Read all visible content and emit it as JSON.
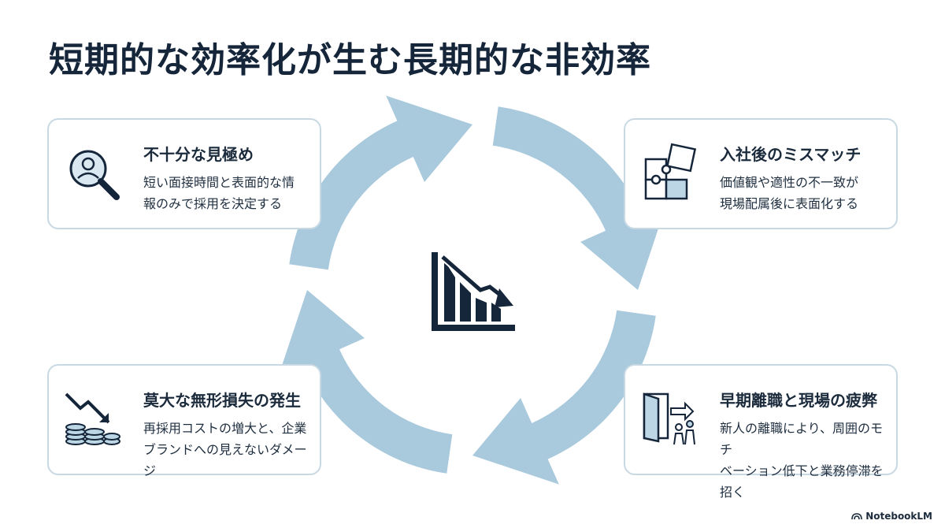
{
  "title": "短期的な効率化が生む長期的な非効率",
  "center_icon": "declining-bar-chart-icon",
  "cards": [
    {
      "title": "不十分な見極め",
      "desc_lines": [
        "短い面接時間と表面的な情",
        "報のみで採用を決定する"
      ],
      "icon": "magnifier-person-icon"
    },
    {
      "title": "入社後のミスマッチ",
      "desc_lines": [
        "価値観や適性の不一致が",
        "現場配属後に表面化する"
      ],
      "icon": "puzzle-icon"
    },
    {
      "title": "早期離職と現場の疲弊",
      "desc_lines": [
        "新人の離職により、周囲のモチ",
        "ベーション低下と業務停滞を招く"
      ],
      "icon": "exit-door-people-icon"
    },
    {
      "title": "莫大な無形損失の発生",
      "desc_lines": [
        "再採用コストの増大と、企業",
        "ブランドへの見えないダメージ"
      ],
      "icon": "coins-down-arrow-icon"
    }
  ],
  "footer": {
    "brand": "NotebookLM"
  },
  "colors": {
    "arrow": "#a9c9dd",
    "dark": "#15253a",
    "border": "#c9d9e3",
    "text": "#1b2b3c"
  }
}
